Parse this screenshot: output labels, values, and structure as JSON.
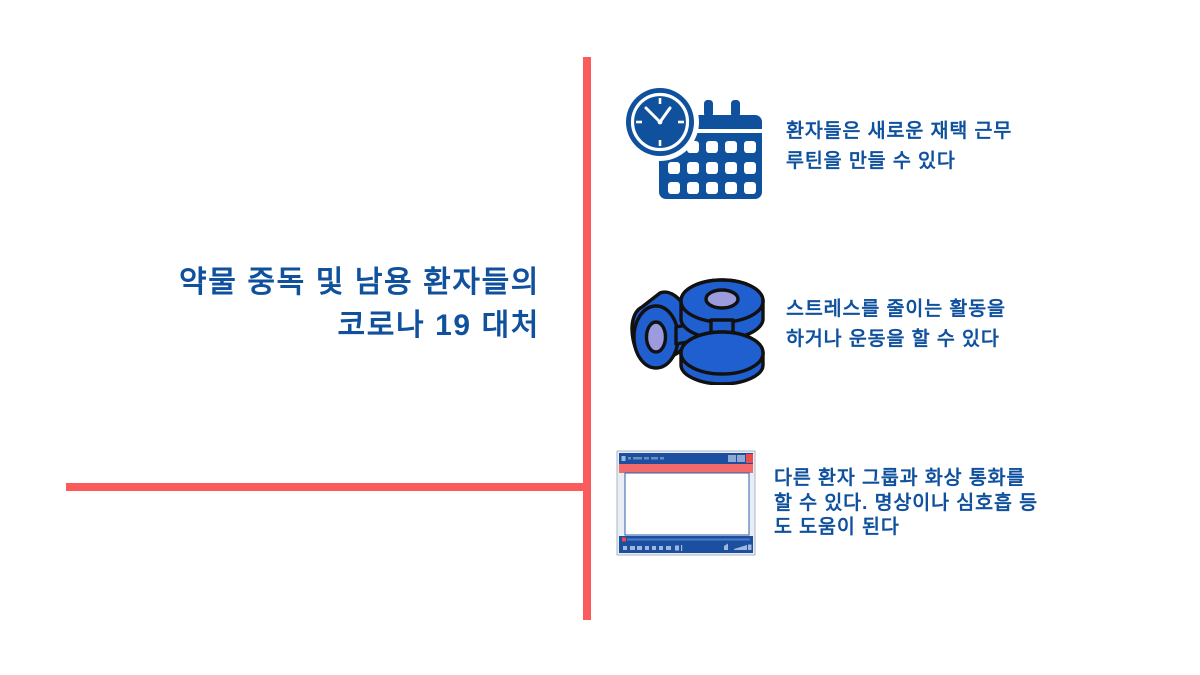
{
  "slide": {
    "kind": "infographic-slide",
    "background_color": "#ffffff",
    "accent_red": "#fa5c5c",
    "accent_blue": "#10519e",
    "dumbbell_blue": "#1f5fd0",
    "dumbbell_center": "#9b9bdd"
  },
  "title": {
    "line1": "약물 중독 및 남용 환자들의",
    "line2": "코로나 19 대처"
  },
  "items": [
    {
      "icon": "calendar-clock-icon",
      "line1": "환자들은 새로운 재택 근무",
      "line2": "루틴을 만들 수 있다",
      "line3": ""
    },
    {
      "icon": "dumbbells-icon",
      "line1": "스트레스를 줄이는 활동을",
      "line2": "하거나 운동을 할 수 있다",
      "line3": ""
    },
    {
      "icon": "video-call-window-icon",
      "line1": "다른 환자 그룹과 화상 통화를",
      "line2": "할 수 있다. 명상이나 심호흡 등",
      "line3": "도 도움이 된다"
    }
  ]
}
